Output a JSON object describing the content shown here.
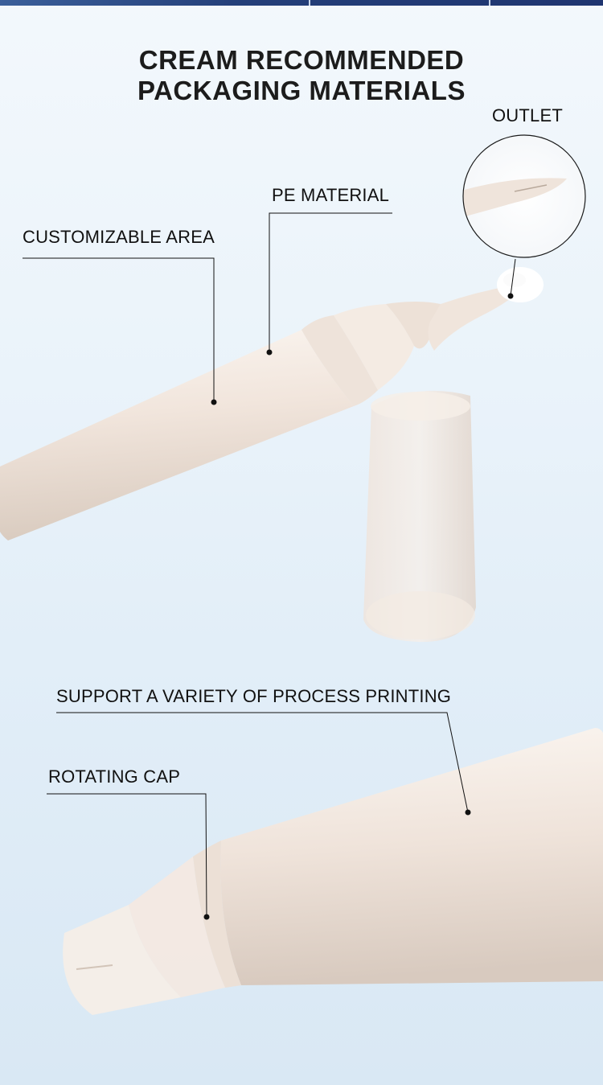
{
  "title": {
    "line1": "CREAM RECOMMENDED",
    "line2": "PACKAGING MATERIALS"
  },
  "labels": {
    "outlet": "OUTLET",
    "pe_material": "PE MATERIAL",
    "customizable_area": "CUSTOMIZABLE AREA",
    "process_printing": "SUPPORT A VARIETY OF PROCESS PRINTING",
    "rotating_cap": "ROTATING CAP"
  },
  "colors": {
    "header_strip": "#243f79",
    "text": "#111111",
    "tube": "#f2e8df"
  }
}
